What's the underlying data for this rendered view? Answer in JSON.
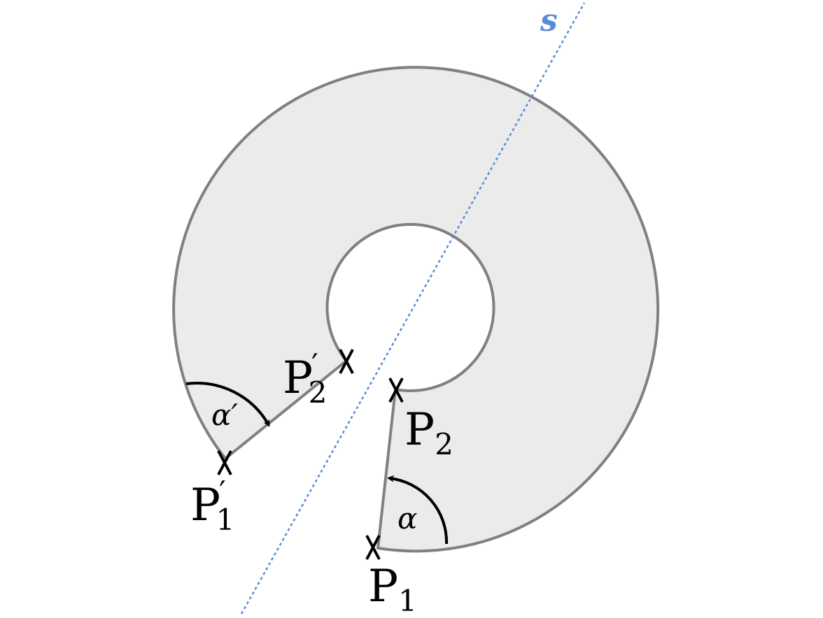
{
  "figure": {
    "axis_label": "s",
    "alpha_label": "α",
    "alpha_prime_label": "α′",
    "points": {
      "p1": {
        "base": "P",
        "sub": "1",
        "prime": ""
      },
      "p2": {
        "base": "P",
        "sub": "2",
        "prime": ""
      },
      "p1_prime": {
        "base": "P",
        "sub": "1",
        "prime": "′"
      },
      "p2_prime": {
        "base": "P",
        "sub": "2",
        "prime": "′"
      }
    }
  },
  "colors": {
    "ring_fill": "#ebebeb",
    "ring_stroke": "#808080",
    "axis": "#5b8bd6",
    "marker": "#000000",
    "arrow": "#000000"
  }
}
